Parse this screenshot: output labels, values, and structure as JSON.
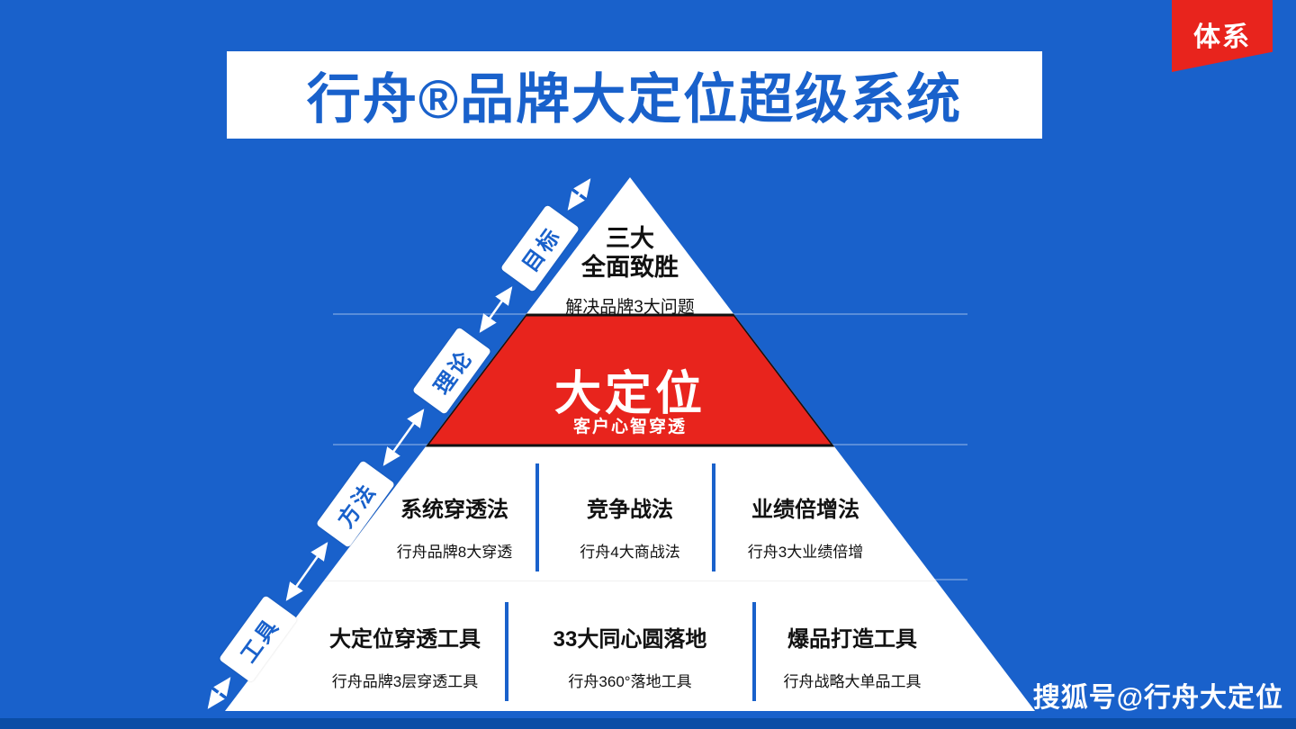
{
  "colors": {
    "background": "#1961cb",
    "accent_red": "#e8241d",
    "title_blue": "#1961cb",
    "footer_bar": "#0b4da6",
    "text_black": "#111111",
    "text_white": "#ffffff"
  },
  "corner_badge": {
    "label": "体系"
  },
  "title": {
    "text": "行舟®品牌大定位超级系统"
  },
  "axis": {
    "labels": [
      {
        "label": "目标"
      },
      {
        "label": "理论"
      },
      {
        "label": "方法"
      },
      {
        "label": "工具"
      }
    ]
  },
  "pyramid": {
    "tier_goal": {
      "line1": "三大",
      "line2": "全面致胜",
      "sub": "解决品牌3大问题"
    },
    "tier_theory": {
      "title": "大定位",
      "sub": "客户心智穿透"
    },
    "tier_method": {
      "columns": [
        {
          "title": "系统穿透法",
          "sub": "行舟品牌8大穿透"
        },
        {
          "title": "竞争战法",
          "sub": "行舟4大商战法"
        },
        {
          "title": "业绩倍增法",
          "sub": "行舟3大业绩倍增"
        }
      ]
    },
    "tier_tools": {
      "columns": [
        {
          "title": "大定位穿透工具",
          "sub": "行舟品牌3层穿透工具"
        },
        {
          "title": "33大同心圆落地",
          "sub": "行舟360°落地工具"
        },
        {
          "title": "爆品打造工具",
          "sub": "行舟战略大单品工具"
        }
      ]
    }
  },
  "footer": {
    "credit": "搜狐号@行舟大定位"
  }
}
